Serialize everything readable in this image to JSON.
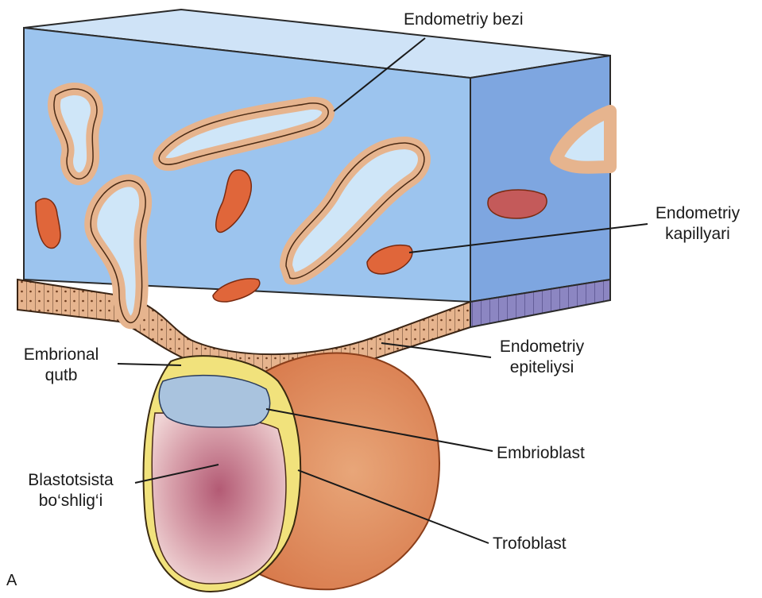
{
  "labels": {
    "endometrial_gland": "Endometriy bezi",
    "endometrial_capillaries_l1": "Endometriy",
    "endometrial_capillaries_l2": "kapillyari",
    "endometrial_epithelium_l1": "Endometriy",
    "endometrial_epithelium_l2": "epiteliysi",
    "embryonic_pole_l1": "Embrional",
    "embryonic_pole_l2": "qutb",
    "embryoblast": "Embrioblast",
    "blastocyst_cavity_l1": "Blastotsista",
    "blastocyst_cavity_l2": "bo‘shlig‘i",
    "trophoblast": "Trofoblast",
    "panel_letter": "A"
  },
  "colors": {
    "stroma_front": "#9cc4ee",
    "stroma_side": "#7ea6e0",
    "stroma_top": "#cfe3f7",
    "epithelial_cell": "#e6b48e",
    "capillary": "#e0663a",
    "trophoblast_outer": "#e59a6c",
    "trophoblast_shell": "#f1e27c",
    "embryoblast_cell": "#a9c3de",
    "blastocyst_cavity": "#c97e8f"
  }
}
